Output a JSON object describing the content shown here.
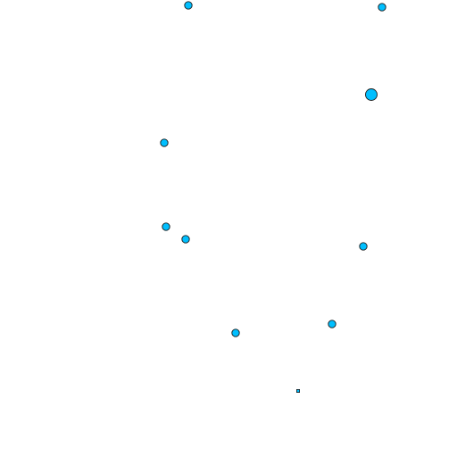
{
  "map": {
    "background_color": "#ffffff",
    "marker_fill": "#00bfff",
    "marker_stroke": "#1a1a1a",
    "markers": [
      {
        "id": "m1",
        "type": "point",
        "size": "small"
      },
      {
        "id": "m2",
        "type": "point",
        "size": "small"
      },
      {
        "id": "m3",
        "type": "point",
        "size": "large"
      },
      {
        "id": "m4",
        "type": "point",
        "size": "small"
      },
      {
        "id": "m5",
        "type": "point",
        "size": "small"
      },
      {
        "id": "m6",
        "type": "point",
        "size": "small"
      },
      {
        "id": "m7",
        "type": "point",
        "size": "small"
      },
      {
        "id": "m8",
        "type": "point",
        "size": "small"
      },
      {
        "id": "m9",
        "type": "point",
        "size": "small"
      },
      {
        "id": "m10",
        "type": "square",
        "size": "tiny"
      }
    ]
  }
}
